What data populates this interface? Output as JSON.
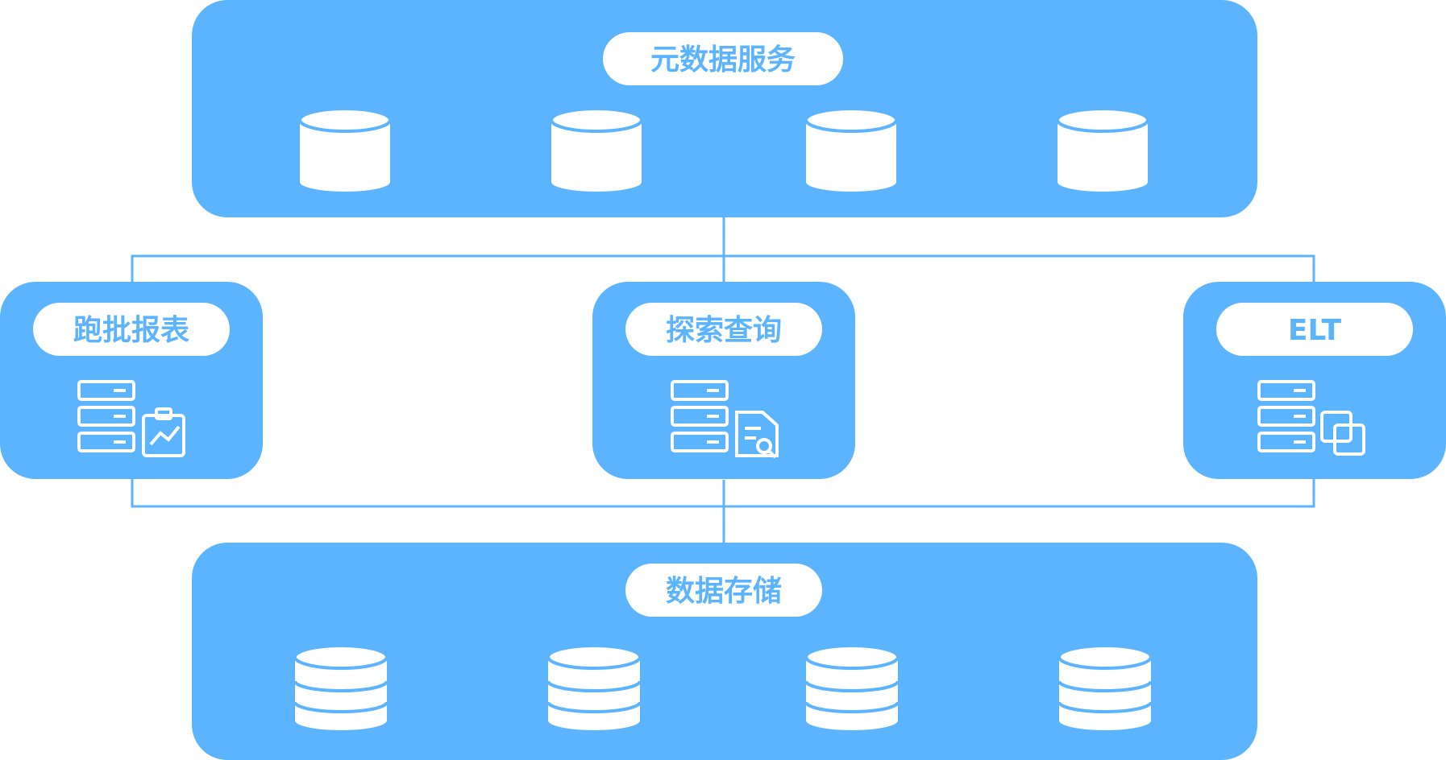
{
  "colors": {
    "panel": "#5bb4fd",
    "connector": "#5bb4fd",
    "white": "#ffffff",
    "label_text": "#5bb4fd"
  },
  "diagram": {
    "metadata_service": {
      "label": "元数据服务",
      "icons": [
        "database-cylinder-icon",
        "database-cylinder-icon",
        "database-cylinder-icon",
        "database-cylinder-icon"
      ]
    },
    "engines": [
      {
        "label": "跑批报表",
        "icon": "server-report-chart-icon"
      },
      {
        "label": "探索查询",
        "icon": "server-document-search-icon"
      },
      {
        "label": "ELT",
        "icon": "server-copy-transform-icon"
      }
    ],
    "data_storage": {
      "label": "数据存储",
      "icons": [
        "database-stack-icon",
        "database-stack-icon",
        "database-stack-icon",
        "database-stack-icon"
      ]
    }
  }
}
